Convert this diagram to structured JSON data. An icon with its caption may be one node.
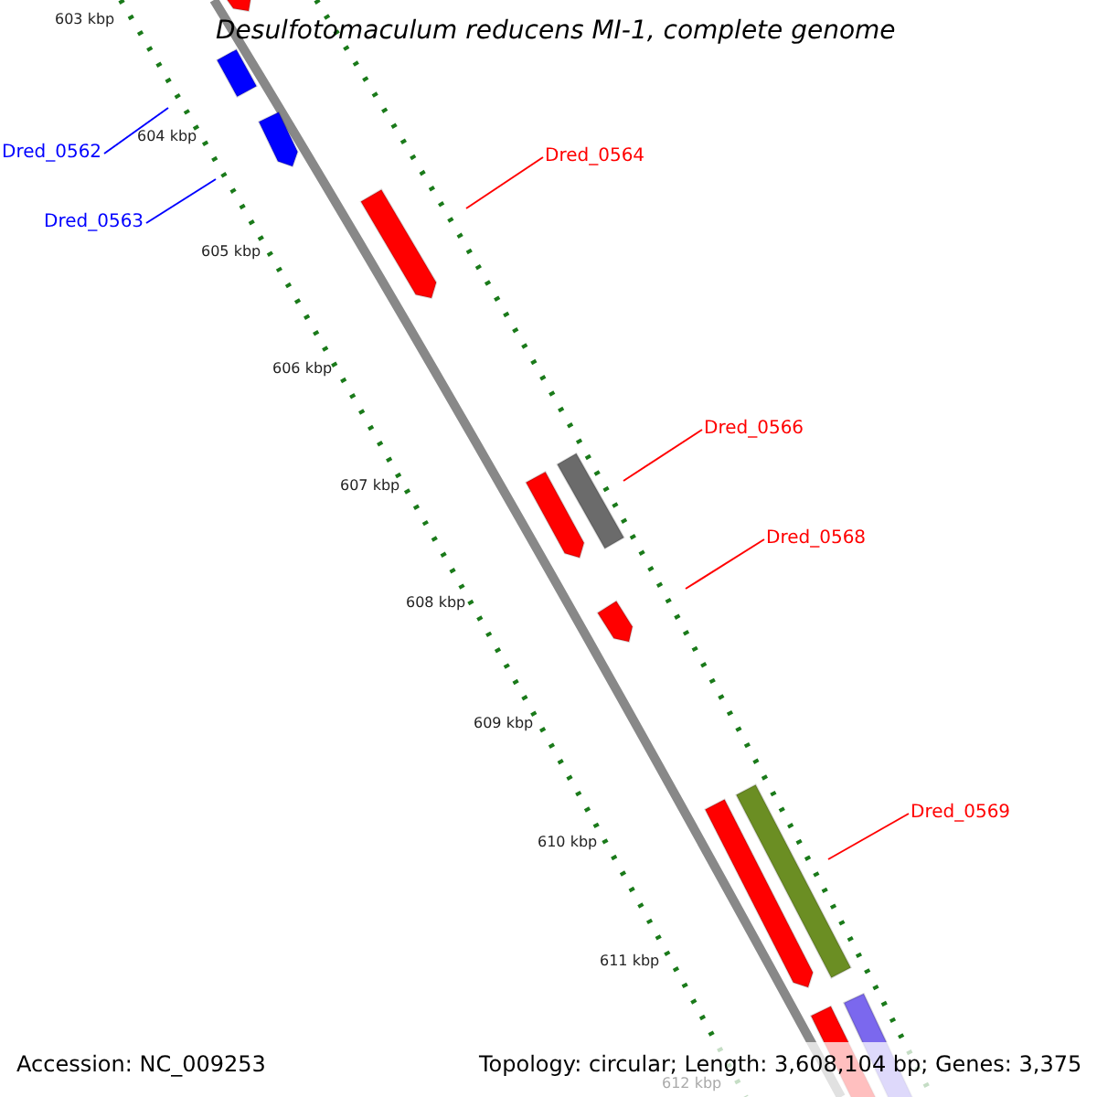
{
  "diagram": {
    "title": "Desulfotomaculum reducens MI-1, complete genome",
    "nodes": [
      {
        "text": [
          "Dred_0562"
        ]
      },
      {
        "text": [
          "Dred_0563"
        ]
      },
      {
        "text": [
          "Dred_0564"
        ]
      },
      {
        "text": [
          "Dred_0566"
        ]
      },
      {
        "text": [
          "Dred_0568"
        ]
      },
      {
        "text": [
          "Dred_0569"
        ]
      }
    ],
    "edges": [
      {
        "from": 0,
        "to": null,
        "arrow": "none",
        "color": "#0000ff"
      },
      {
        "from": 1,
        "to": null,
        "arrow": "none",
        "color": "#0000ff"
      },
      {
        "from": 2,
        "to": null,
        "arrow": "none"
      },
      {
        "from": 3,
        "to": null,
        "arrow": "none"
      },
      {
        "from": 4,
        "to": null,
        "arrow": "none"
      },
      {
        "from": 5,
        "to": null,
        "arrow": "none"
      }
    ],
    "labels": [
      "603 kbp",
      "604 kbp",
      "605 kbp",
      "606 kbp",
      "607 kbp",
      "608 kbp",
      "609 kbp",
      "610 kbp",
      "611 kbp",
      "612 kbp",
      "Accession: NC_009253",
      "Topology: circular; Length: 3,608,104 bp; Genes: 3,375"
    ]
  }
}
